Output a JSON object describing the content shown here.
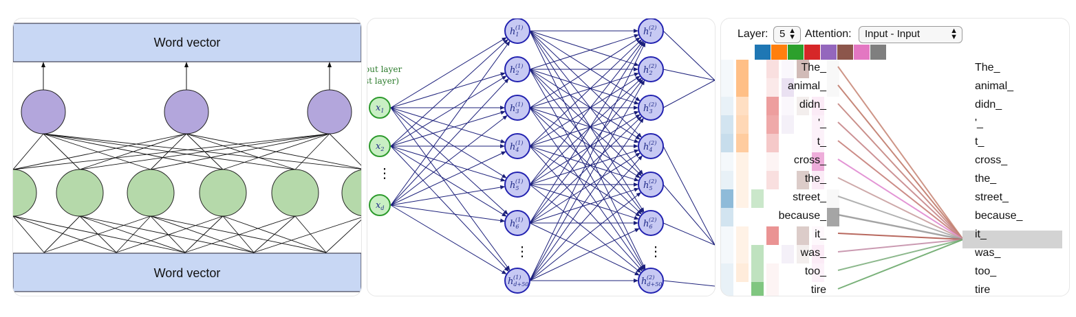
{
  "panel1": {
    "top_label": "Word vector",
    "bottom_label": "Word vector"
  },
  "panel2": {
    "input_note_line1": "out layer",
    "input_note_line2": "st layer)",
    "inputs": [
      "x",
      "x",
      "x"
    ],
    "input_subs": [
      "1",
      "2",
      "d"
    ],
    "layer1_subs": [
      "1",
      "2",
      "3",
      "4",
      "5",
      "6",
      "d+50"
    ],
    "layer1_sup": "(1)",
    "layer2_subs": [
      "1",
      "2",
      "3",
      "4",
      "5",
      "6",
      "d+50"
    ],
    "layer2_sup": "(2)",
    "hidden_symbol": "h",
    "ellipsis": "⋮"
  },
  "panel3": {
    "layer_label": "Layer:",
    "layer_value": "5",
    "attention_label": "Attention:",
    "attention_value": "Input - Input",
    "head_colors": [
      "#1f77b4",
      "#ff7f0e",
      "#2ca02c",
      "#d62728",
      "#9467bd",
      "#8c564b",
      "#e377c2",
      "#7f7f7f"
    ],
    "left_tokens": [
      "The_",
      "animal_",
      "didn_",
      "'_",
      "t_",
      "cross_",
      "the_",
      "street_",
      "because_",
      "it_",
      "was_",
      "too_",
      "tire"
    ],
    "right_tokens": [
      "The_",
      "animal_",
      "didn_",
      "'_",
      "t_",
      "cross_",
      "the_",
      "street_",
      "because_",
      "it_",
      "was_",
      "too_",
      "tire"
    ],
    "selected_token": "it_"
  }
}
